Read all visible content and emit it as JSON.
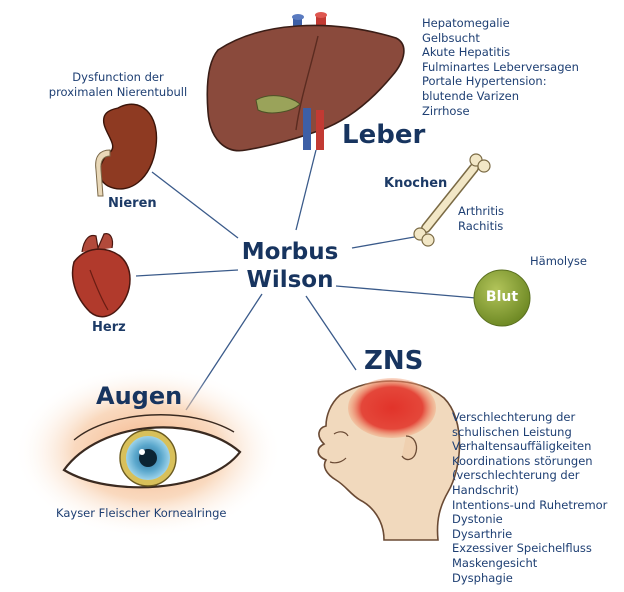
{
  "center": {
    "line1": "Morbus",
    "line2": "Wilson"
  },
  "organs": {
    "leber": {
      "label": "Leber",
      "symptoms": [
        "Hepatomegalie",
        "Gelbsucht",
        "Akute Hepatitis",
        "Fulminartes Leberversagen",
        "Portale Hypertension:",
        "blutende Varizen",
        "Zirrhose"
      ]
    },
    "nieren": {
      "label": "Nieren",
      "symptoms": [
        "Dysfunction der",
        "proximalen Nierentubull"
      ]
    },
    "knochen": {
      "label": "Knochen",
      "symptoms": [
        "Arthritis",
        "Rachitis"
      ]
    },
    "herz": {
      "label": "Herz"
    },
    "blut": {
      "label": "Blut",
      "symptoms": [
        "Hämolyse"
      ]
    },
    "augen": {
      "label": "Augen",
      "symptoms": [
        "Kayser Fleischer Kornealringe"
      ]
    },
    "zns": {
      "label": "ZNS",
      "symptoms": [
        "Verschlechterung der",
        "schulischen Leistung",
        "Verhaltensauffäligkeiten",
        "Koordinations störungen",
        "(verschlechterung der",
        "Handschrit)",
        "Intentions-und Ruhetremor",
        "Dystonie",
        "Dysarthrie",
        "Exzessiver Speichelfluss",
        "Maskengesicht",
        "Dysphagie"
      ]
    }
  },
  "colors": {
    "text": "#1e3f73",
    "liver": "#8a4a3c",
    "kidney": "#8e3a22",
    "heart": "#b13a2c",
    "blood": "#8aa23a",
    "iris": "#5aa7cc",
    "brain_highlight": "#e2332a",
    "skin": "#f1d9bd"
  }
}
